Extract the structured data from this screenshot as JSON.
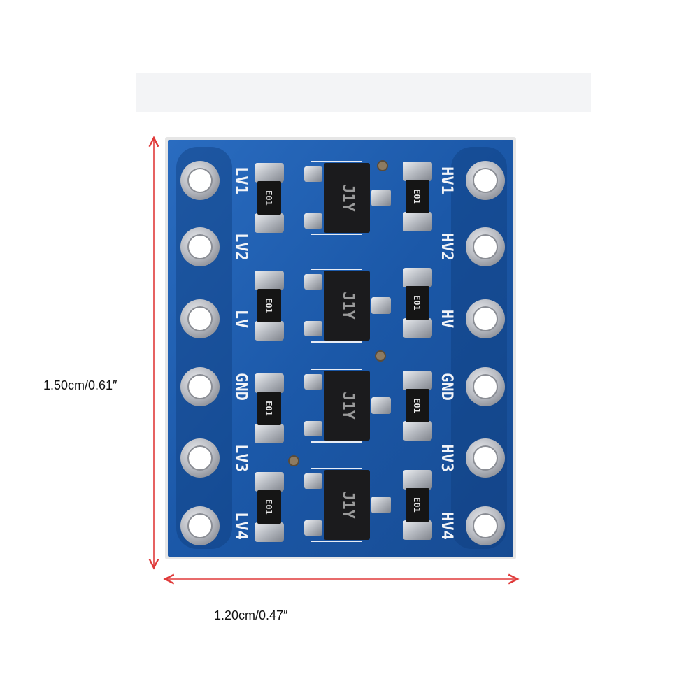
{
  "dimensions": {
    "height_label": "1.50cm/0.61″",
    "width_label": "1.20cm/0.47″"
  },
  "board": {
    "left_pin_labels": [
      "LV1",
      "LV2",
      "LV",
      "GND",
      "LV3",
      "LV4"
    ],
    "right_pin_labels": [
      "HV1",
      "HV2",
      "HV",
      "GND",
      "HV3",
      "HV4"
    ],
    "resistor_marking": "E01",
    "transistor_marking": "J1Y"
  },
  "colors": {
    "pcb": "#1d5fb0",
    "pcb_dark": "#0f3f7f",
    "dimension_line": "#e03a3a",
    "silver_pad": "#c9ccd2",
    "chip": "#1b1b1d"
  }
}
